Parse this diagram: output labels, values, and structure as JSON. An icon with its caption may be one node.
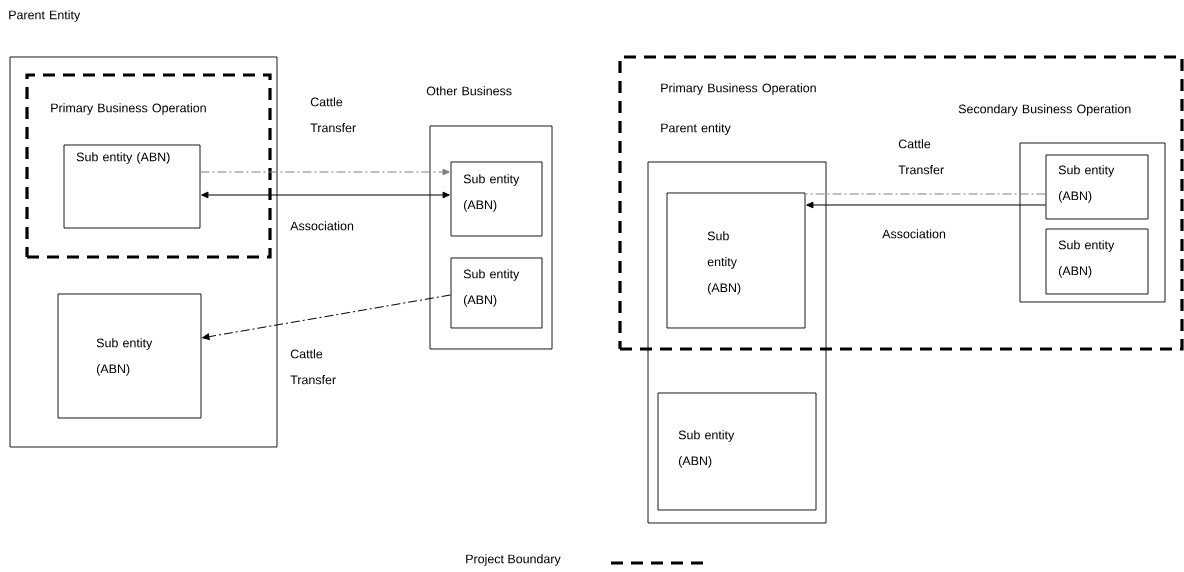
{
  "diagram": {
    "nodes": [
      {
        "text": [
          "Parent Entity"
        ]
      },
      {
        "text": [
          "Primary Business Operation"
        ],
        "in": 0
      },
      {
        "text": [
          "Sub entity (ABN)"
        ],
        "in": 1
      },
      {
        "text": [
          "Sub entity (ABN)"
        ],
        "in": 0
      },
      {
        "text": [
          "Other Business"
        ]
      },
      {
        "text": [
          "Sub entity (ABN)"
        ],
        "in": 4
      },
      {
        "text": [
          "Sub entity (ABN)"
        ],
        "in": 4
      },
      {
        "text": [
          "Primary Business Operation"
        ]
      },
      {
        "text": [],
        "shape": "box"
      },
      {
        "text": [
          "Sub entity (ABN)"
        ]
      },
      {
        "text": [
          "Sub entity (ABN)"
        ],
        "in": 8
      },
      {
        "text": [
          "Secondary Business Operation"
        ],
        "in": 7
      },
      {
        "text": [
          "Sub entity (ABN)"
        ],
        "in": 11
      },
      {
        "text": [
          "Sub entity (ABN)"
        ],
        "in": 11
      }
    ],
    "edges": [
      {
        "from": 2,
        "to": 5,
        "arrow": "to",
        "label": "Cattle Transfer",
        "style": "dashed",
        "color": "#808080"
      },
      {
        "from": 2,
        "to": 5,
        "arrow": "both",
        "label": "Association"
      },
      {
        "from": 6,
        "to": 3,
        "arrow": "to",
        "label": "Cattle Transfer",
        "style": "dashed"
      },
      {
        "from": 12,
        "to": 9,
        "arrow": "none",
        "label": "Cattle Transfer",
        "style": "dashed",
        "color": "#808080"
      },
      {
        "from": 12,
        "to": 9,
        "arrow": "to",
        "label": "Association"
      }
    ],
    "labels": [
      "Parent entity"
    ],
    "legend": [
      {
        "text": "Project Boundary"
      }
    ]
  }
}
